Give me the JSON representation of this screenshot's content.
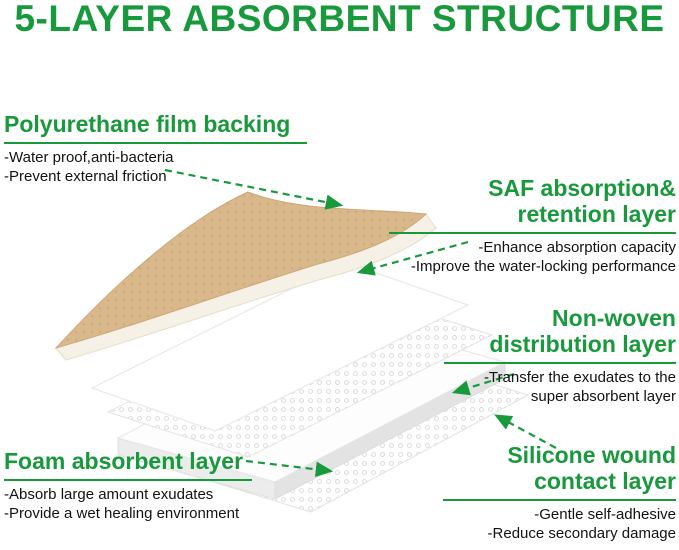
{
  "title": "5-LAYER ABSORBENT STRUCTURE",
  "colors": {
    "accent_green": "#17993c",
    "tan_film": "#d9b88c",
    "body_text": "#121212"
  },
  "labels": {
    "polyurethane": {
      "heading": "Polyurethane film backing",
      "points": [
        "-Water proof,anti-bacteria",
        "-Prevent external friction"
      ]
    },
    "saf": {
      "heading_lines": [
        "SAF absorption&",
        "retention layer"
      ],
      "points": [
        "-Enhance absorption capacity",
        "-Improve the water-locking performance"
      ]
    },
    "nonwoven": {
      "heading_lines": [
        "Non-woven",
        "distribution layer"
      ],
      "points": [
        "-Transfer the exudates to the",
        "super absorbent layer"
      ]
    },
    "foam": {
      "heading": "Foam absorbent layer",
      "points": [
        "-Absorb large amount exudates",
        "-Provide a wet healing environment"
      ]
    },
    "silicone": {
      "heading_lines": [
        "Silicone wound",
        "contact layer"
      ],
      "points": [
        "-Gentle self-adhesive",
        "-Reduce secondary damage"
      ]
    }
  }
}
